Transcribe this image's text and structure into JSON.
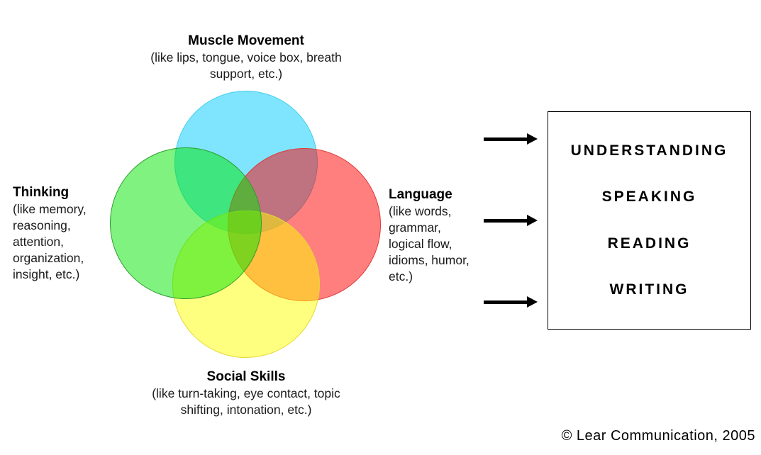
{
  "venn": {
    "circles": [
      {
        "id": "muscle",
        "semantic": "muscle-movement-circle",
        "fill": "rgba(0,204,255,0.5)",
        "border": "#45cdea"
      },
      {
        "id": "language",
        "semantic": "language-circle",
        "fill": "rgba(255,0,0,0.5)",
        "border": "#e03838"
      },
      {
        "id": "social",
        "semantic": "social-skills-circle",
        "fill": "rgba(255,255,0,0.5)",
        "border": "#e3d935"
      },
      {
        "id": "thinking",
        "semantic": "thinking-circle",
        "fill": "rgba(0,230,0,0.5)",
        "border": "#2e9e2e"
      }
    ],
    "labels": {
      "muscle": {
        "title": "Muscle Movement",
        "lines": [
          "(like lips, tongue, voice box, breath",
          "support, etc.)"
        ]
      },
      "thinking": {
        "title": "Thinking",
        "lines": [
          "(like memory,",
          "reasoning,",
          "attention,",
          "organization,",
          "insight, etc.)"
        ]
      },
      "language": {
        "title": "Language",
        "lines": [
          "(like words,",
          "grammar,",
          "logical flow,",
          "idioms, humor,",
          "etc.)"
        ]
      },
      "social": {
        "title": "Social Skills",
        "lines": [
          "(like turn-taking, eye contact, topic",
          "shifting, intonation, etc.)"
        ]
      }
    }
  },
  "outcomes": {
    "items": [
      "UNDERSTANDING",
      "SPEAKING",
      "READING",
      "WRITING"
    ]
  },
  "footer": {
    "copyright": "© Lear Communication, 2005"
  }
}
